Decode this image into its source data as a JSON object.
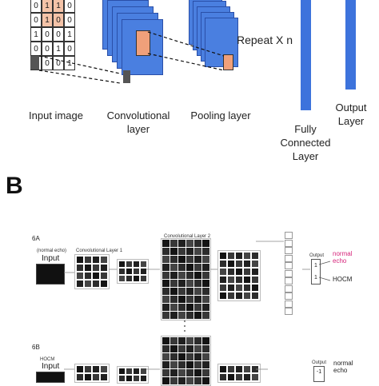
{
  "panel_a": {
    "input_grid": [
      [
        "0",
        "1",
        "1",
        "0"
      ],
      [
        "0",
        "1",
        "0",
        "0"
      ],
      [
        "1",
        "0",
        "0",
        "1"
      ],
      [
        "0",
        "0",
        "1",
        "0"
      ],
      [
        "0",
        "0",
        "0",
        "1"
      ]
    ],
    "highlight_cells": [
      [
        0,
        1
      ],
      [
        0,
        2
      ],
      [
        1,
        1
      ],
      [
        1,
        2
      ]
    ],
    "repeat_label": "Repeat X n",
    "labels": {
      "input": "Input image",
      "conv": "Convolutional\nlayer",
      "pool": "Pooling layer",
      "fc": "Fully\nConnected\nLayer",
      "output": "Output\nLayer"
    },
    "colors": {
      "map_blue": "#4a7fe0",
      "patch_orange": "#f0a07a",
      "grid_highlight": "#f4c3a8"
    }
  },
  "panel_b": {
    "letter": "B",
    "row_a": {
      "tag": "6A",
      "input_caption": "(normal echo)",
      "input_label": "Input",
      "conv1": "Convolutional Layer 1",
      "conv2": "Convolutional Layer 2",
      "output_label": "Output",
      "out_values": [
        "1",
        "1"
      ],
      "out_class_1": "normal\necho",
      "out_class_2": "HOCM"
    },
    "row_b": {
      "tag": "6B",
      "input_caption": "HOCM",
      "input_label": "Input",
      "output_label": "Output",
      "out_values": [
        "-1"
      ],
      "out_class_1": "normal\necho"
    },
    "colors": {
      "normal_echo": "#d6247a"
    }
  }
}
